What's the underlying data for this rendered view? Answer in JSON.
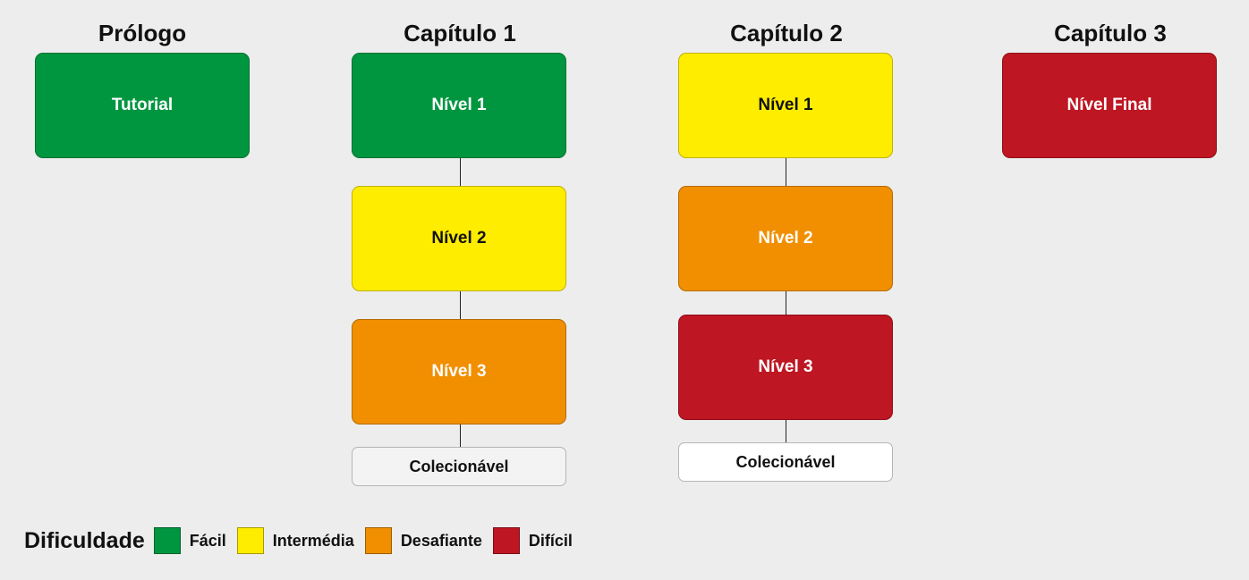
{
  "columns": [
    {
      "title": "Prólogo",
      "levels": [
        "Tutorial"
      ]
    },
    {
      "title": "Capítulo 1",
      "levels": [
        "Nível 1",
        "Nível 2",
        "Nível 3"
      ],
      "collectible": "Colecionável"
    },
    {
      "title": "Capítulo 2",
      "levels": [
        "Nível 1",
        "Nível 2",
        "Nível 3"
      ],
      "collectible": "Colecionável"
    },
    {
      "title": "Capítulo 3",
      "levels": [
        "Nível Final"
      ]
    }
  ],
  "legend": {
    "title": "Dificuldade",
    "items": [
      {
        "label": "Fácil",
        "color": "#009640"
      },
      {
        "label": "Intermédia",
        "color": "#ffed00"
      },
      {
        "label": "Desafiante",
        "color": "#f18f00"
      },
      {
        "label": "Difícil",
        "color": "#be1622"
      }
    ]
  }
}
